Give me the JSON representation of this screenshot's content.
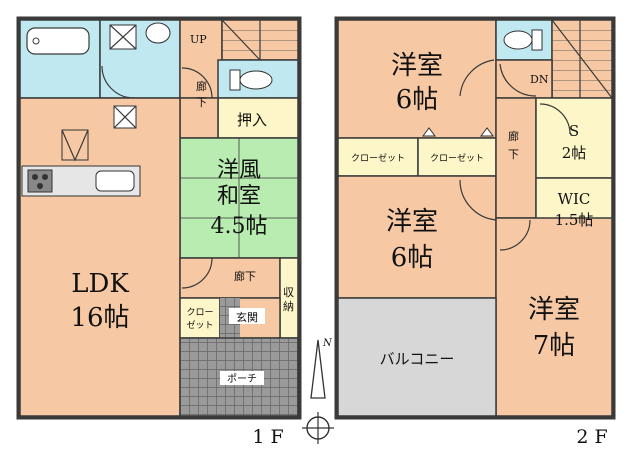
{
  "colors": {
    "room": "#f6c9a4",
    "bath": "#bfe8f0",
    "tatami": "#b8ecb0",
    "closet": "#fdf6c8",
    "balcony": "#d7d7d7",
    "porch": "#8a8a8a",
    "floor_base": "#f0c09a"
  },
  "floor1": {
    "label": "1 F",
    "up": "UP",
    "hall_top": [
      "廊",
      "下"
    ],
    "oshiire": "押入",
    "washitsu": [
      "洋風",
      "和室",
      "4.5帖"
    ],
    "ldk": [
      "LDK",
      "16帖"
    ],
    "hall_bottom": "廊下",
    "shuno": [
      "収",
      "納"
    ],
    "closet": [
      "クロー",
      "ゼット"
    ],
    "genkan": "玄関",
    "porch": "ポーチ"
  },
  "floor2": {
    "label": "2 F",
    "room_a": [
      "洋室",
      "6帖"
    ],
    "closet_a": "クローゼット",
    "closet_b": "クローゼット",
    "room_b": [
      "洋室",
      "6帖"
    ],
    "dn": "DN",
    "hall": [
      "廊",
      "下"
    ],
    "storage": [
      "S",
      "2帖"
    ],
    "wic": [
      "WIC",
      "1.5帖"
    ],
    "room_c": [
      "洋室",
      "7帖"
    ],
    "balcony": "バルコニー"
  },
  "compass": {
    "north": "N"
  }
}
